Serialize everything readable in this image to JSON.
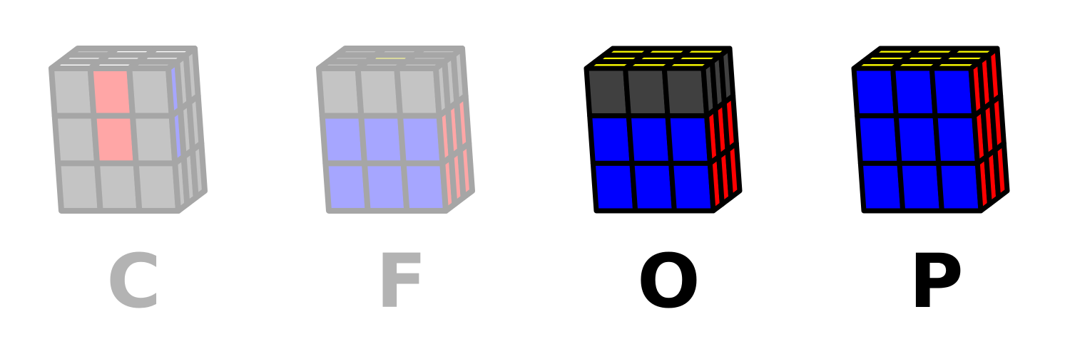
{
  "palette": {
    "white": "#ffffff",
    "yellow": "#ffff00",
    "blue": "#0000ff",
    "red": "#ff0000",
    "dark": "#404040",
    "gray": "#b3b3b3",
    "pale_white": "#ffffff",
    "pale_yellow": "#ffff99",
    "pale_blue": "#a6a6ff",
    "pale_red": "#ffa6a6",
    "pale_gray": "#c4c4c4",
    "border_faded": "#a6a6a6",
    "border_full": "#000000"
  },
  "steps": [
    {
      "letter": "C",
      "state": "muted",
      "icon": "rubiks-cube-cross-icon",
      "faces": {
        "top": [
          "pale_gray",
          "pale_white",
          "pale_white",
          "pale_white",
          "pale_white",
          "pale_white",
          "pale_white",
          "pale_white",
          "pale_gray"
        ],
        "front": [
          "pale_gray",
          "pale_red",
          "pale_gray",
          "pale_gray",
          "pale_red",
          "pale_gray",
          "pale_gray",
          "pale_gray",
          "pale_gray"
        ],
        "right": [
          "pale_blue",
          "pale_gray",
          "pale_gray",
          "pale_blue",
          "pale_gray",
          "pale_gray",
          "pale_gray",
          "pale_gray",
          "pale_gray"
        ]
      }
    },
    {
      "letter": "F",
      "state": "muted",
      "icon": "rubiks-cube-f2l-icon",
      "faces": {
        "top": [
          "pale_gray",
          "pale_gray",
          "pale_gray",
          "pale_gray",
          "pale_yellow",
          "pale_gray",
          "pale_gray",
          "pale_gray",
          "pale_gray"
        ],
        "front": [
          "pale_gray",
          "pale_gray",
          "pale_gray",
          "pale_blue",
          "pale_blue",
          "pale_blue",
          "pale_blue",
          "pale_blue",
          "pale_blue"
        ],
        "right": [
          "pale_gray",
          "pale_gray",
          "pale_gray",
          "pale_red",
          "pale_red",
          "pale_red",
          "pale_red",
          "pale_red",
          "pale_red"
        ]
      }
    },
    {
      "letter": "O",
      "state": "active",
      "icon": "rubiks-cube-oll-icon",
      "faces": {
        "top": [
          "yellow",
          "yellow",
          "yellow",
          "yellow",
          "yellow",
          "yellow",
          "yellow",
          "yellow",
          "yellow"
        ],
        "front": [
          "dark",
          "dark",
          "dark",
          "blue",
          "blue",
          "blue",
          "blue",
          "blue",
          "blue"
        ],
        "right": [
          "dark",
          "dark",
          "dark",
          "red",
          "red",
          "red",
          "red",
          "red",
          "red"
        ]
      }
    },
    {
      "letter": "P",
      "state": "active",
      "icon": "rubiks-cube-pll-icon",
      "faces": {
        "top": [
          "yellow",
          "yellow",
          "yellow",
          "yellow",
          "yellow",
          "yellow",
          "yellow",
          "yellow",
          "yellow"
        ],
        "front": [
          "blue",
          "blue",
          "blue",
          "blue",
          "blue",
          "blue",
          "blue",
          "blue",
          "blue"
        ],
        "right": [
          "red",
          "red",
          "red",
          "red",
          "red",
          "red",
          "red",
          "red",
          "red"
        ]
      }
    }
  ]
}
